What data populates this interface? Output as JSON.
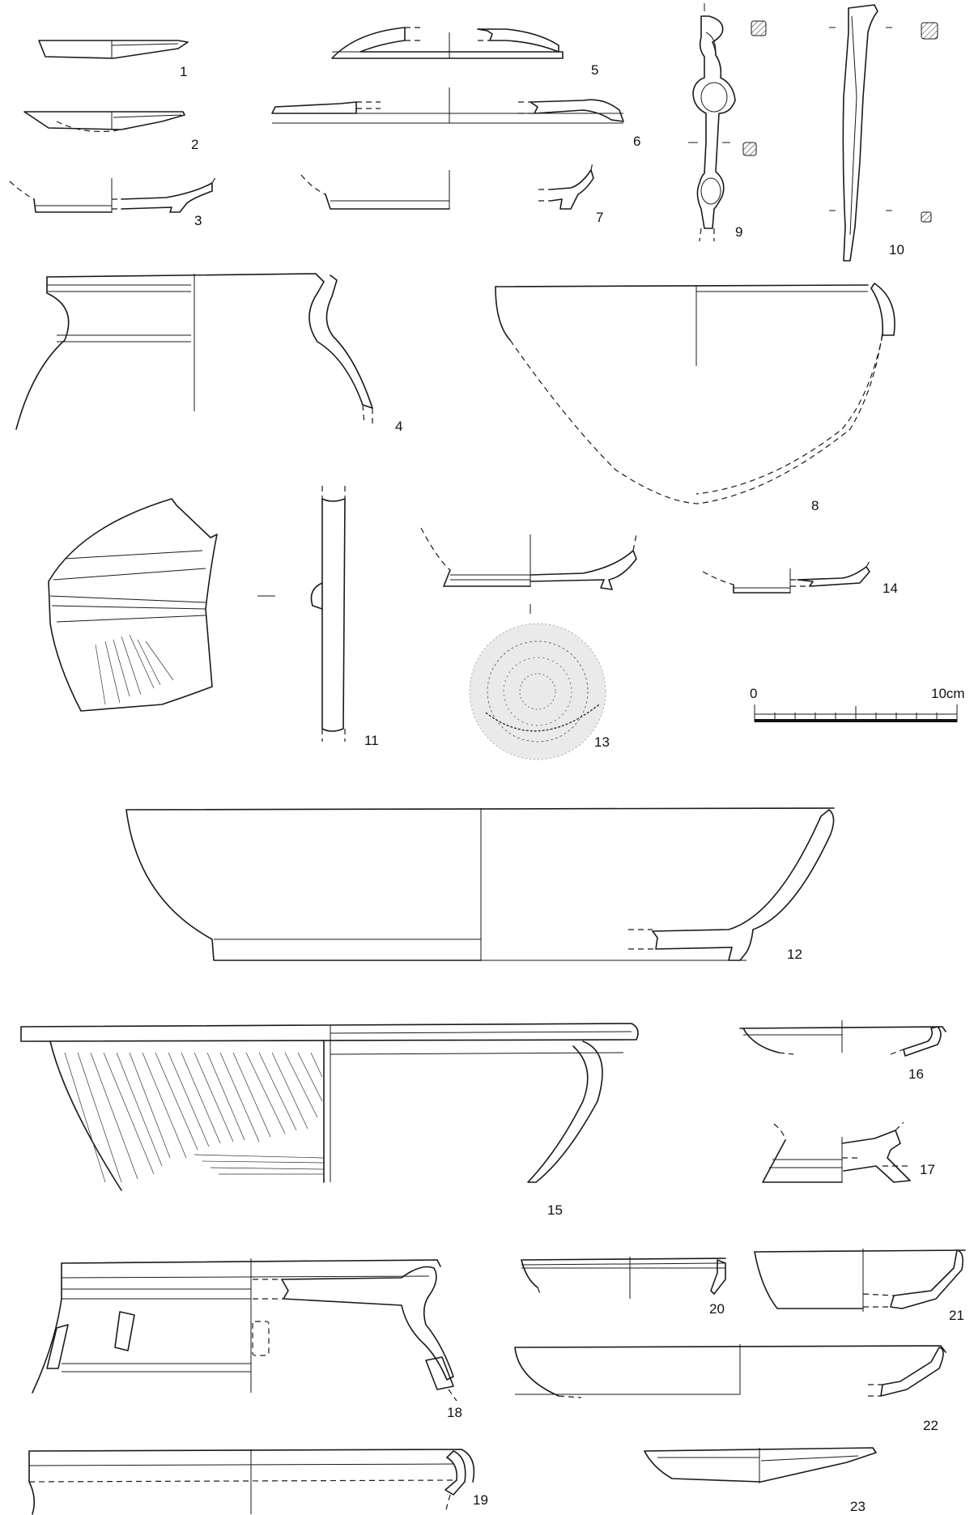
{
  "figures": [
    {
      "id": "fig-1",
      "label": "1"
    },
    {
      "id": "fig-2",
      "label": "2"
    },
    {
      "id": "fig-3",
      "label": "3"
    },
    {
      "id": "fig-4",
      "label": "4"
    },
    {
      "id": "fig-5",
      "label": "5"
    },
    {
      "id": "fig-6",
      "label": "6"
    },
    {
      "id": "fig-7",
      "label": "7"
    },
    {
      "id": "fig-8",
      "label": "8"
    },
    {
      "id": "fig-9",
      "label": "9"
    },
    {
      "id": "fig-10",
      "label": "10"
    },
    {
      "id": "fig-11",
      "label": "11"
    },
    {
      "id": "fig-12",
      "label": "12"
    },
    {
      "id": "fig-13",
      "label": "13"
    },
    {
      "id": "fig-14",
      "label": "14"
    },
    {
      "id": "fig-15",
      "label": "15"
    },
    {
      "id": "fig-16",
      "label": "16"
    },
    {
      "id": "fig-17",
      "label": "17"
    },
    {
      "id": "fig-18",
      "label": "18"
    },
    {
      "id": "fig-19",
      "label": "19"
    },
    {
      "id": "fig-20",
      "label": "20"
    },
    {
      "id": "fig-21",
      "label": "21"
    },
    {
      "id": "fig-22",
      "label": "22"
    },
    {
      "id": "fig-23",
      "label": "23"
    }
  ],
  "scale_bar": {
    "start_label": "0",
    "end_label": "10cm",
    "length_cm": 10,
    "divisions": 10
  }
}
